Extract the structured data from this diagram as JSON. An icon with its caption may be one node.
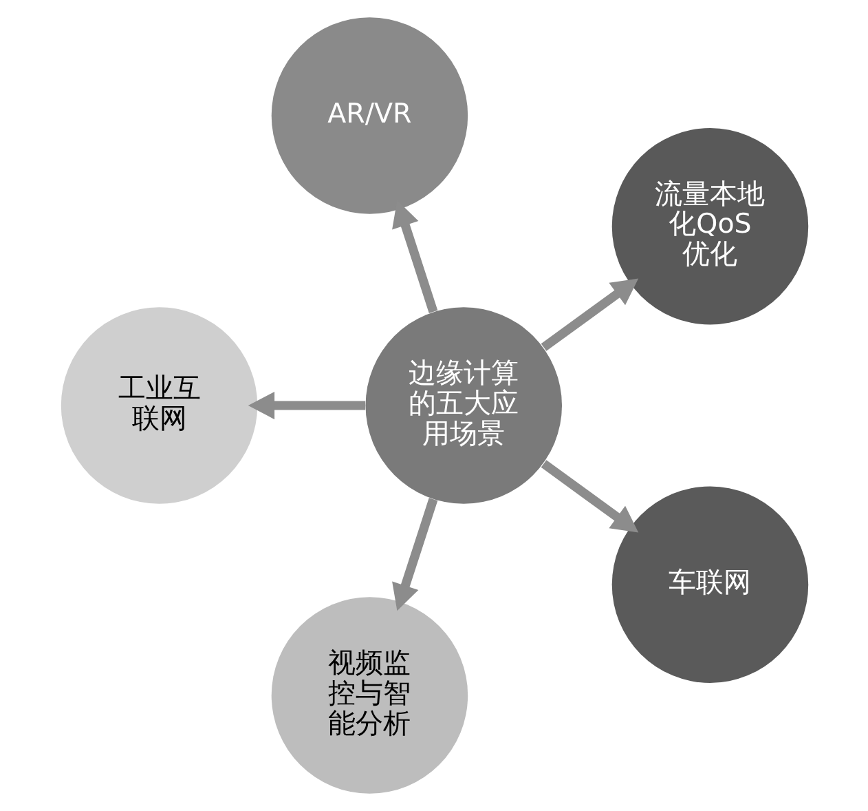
{
  "diagram": {
    "nodes": [
      {
        "text": [
          "流量本地化QoS优化"
        ]
      },
      {
        "text": [
          "AR/VR"
        ]
      },
      {
        "text": [
          "边缘计算的五大应用场景"
        ]
      },
      {
        "text": [
          "工业互联网"
        ]
      },
      {
        "text": [
          "视频监控与智能分析"
        ]
      },
      {
        "text": [
          "车联网"
        ]
      }
    ],
    "edges": [
      {
        "from": 2,
        "to": 0,
        "arrow": "to"
      },
      {
        "from": 2,
        "to": 1,
        "arrow": "to"
      },
      {
        "from": 2,
        "to": 3,
        "arrow": "to"
      },
      {
        "from": 2,
        "to": 4,
        "arrow": "to"
      },
      {
        "from": 2,
        "to": 5,
        "arrow": "to"
      }
    ]
  }
}
